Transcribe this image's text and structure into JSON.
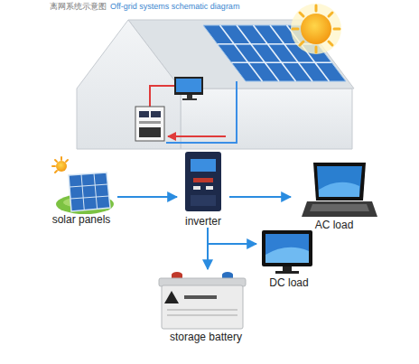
{
  "diagram": {
    "title": "Off-grid systems schematic diagram",
    "nodes": [
      {
        "text": [
          "solar panels"
        ]
      },
      {
        "text": [
          "inverter"
        ]
      },
      {
        "text": [
          "AC load"
        ]
      },
      {
        "text": [
          "DC load"
        ]
      },
      {
        "text": [
          "storage battery"
        ]
      }
    ],
    "edges": [
      {
        "from": 0,
        "to": 1,
        "arrow": "to"
      },
      {
        "from": 1,
        "to": 2,
        "arrow": "to"
      },
      {
        "from": 1,
        "to": 3,
        "arrow": "to"
      },
      {
        "from": 1,
        "to": 4,
        "arrow": "to"
      }
    ],
    "labels": [
      "离网系统示意图"
    ]
  }
}
